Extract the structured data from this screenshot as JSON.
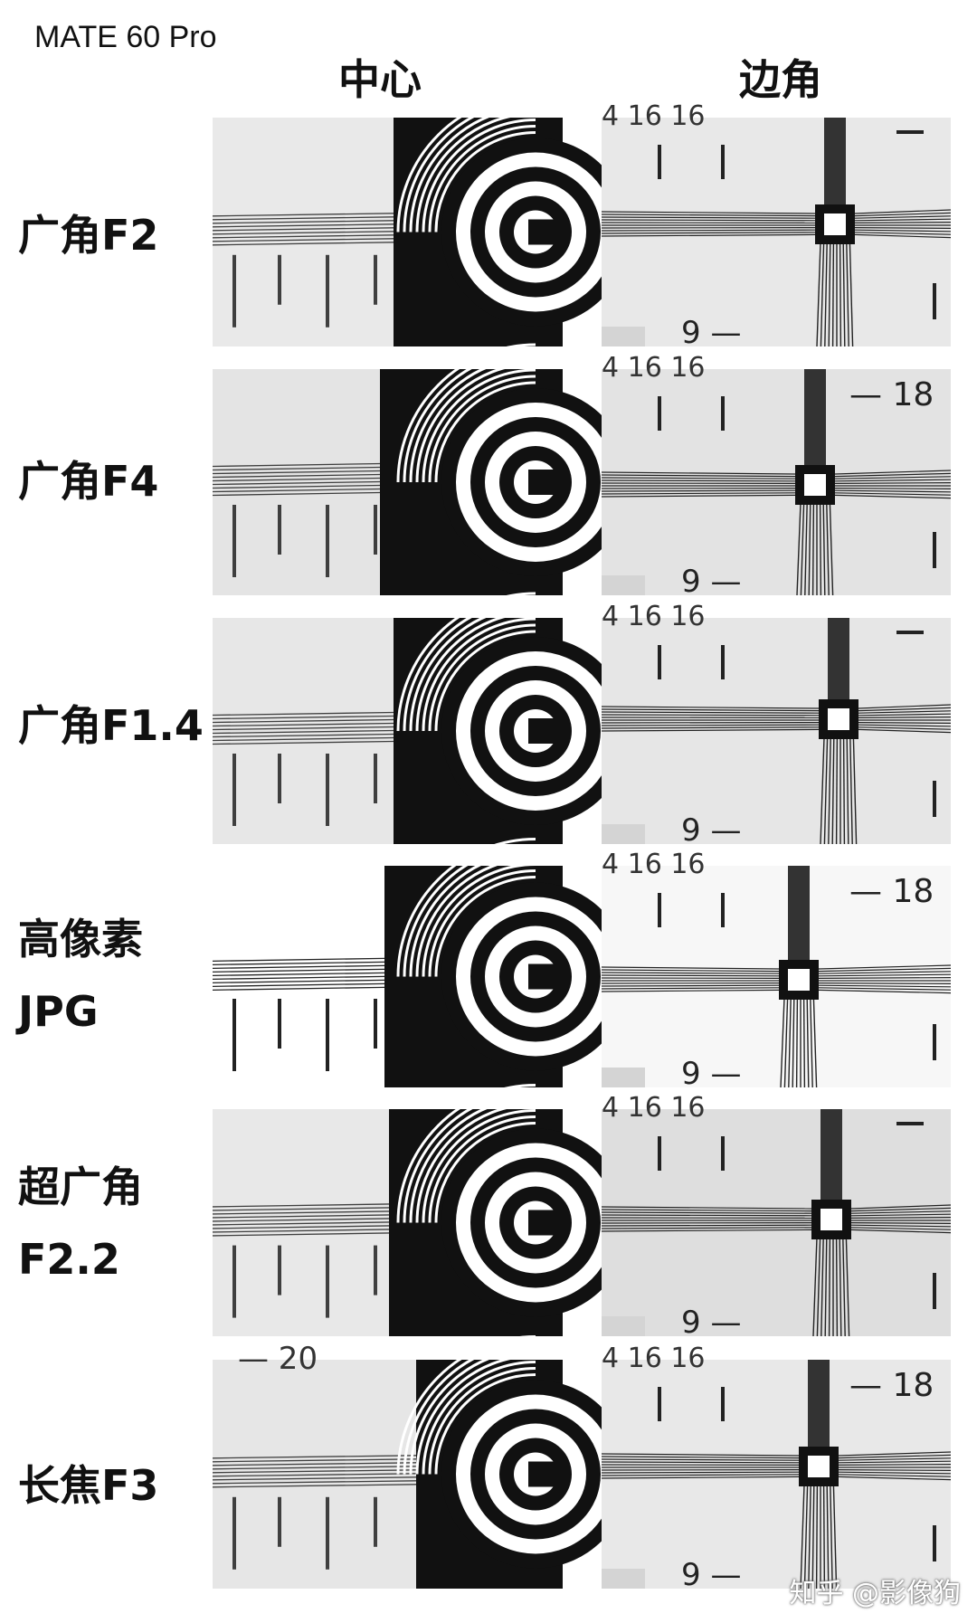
{
  "header": {
    "brand": "MATE 60 Pro",
    "col_center": "中心",
    "col_corner": "边角"
  },
  "rows": [
    {
      "label_line1": "广角F2",
      "label_line2": ""
    },
    {
      "label_line1": "广角F4",
      "label_line2": ""
    },
    {
      "label_line1": "广角F1.4",
      "label_line2": ""
    },
    {
      "label_line1": "高像素",
      "label_line2": "JPG"
    },
    {
      "label_line1": "超广角",
      "label_line2": "F2.2"
    },
    {
      "label_line1": "长焦F3",
      "label_line2": ""
    }
  ],
  "corner_tick_numbers": {
    "nine": "9",
    "eighteen": "18",
    "twenty": "20",
    "sixteen": "16"
  },
  "watermark": "知乎 @影像狗"
}
